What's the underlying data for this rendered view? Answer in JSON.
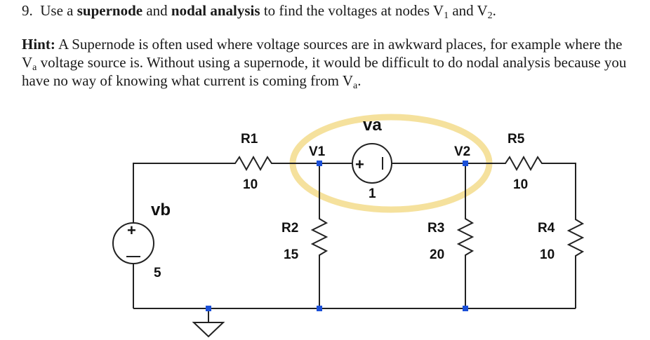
{
  "problem": {
    "number": "9.",
    "text_1": "Use a",
    "bold_1": "supernode",
    "text_2": "and",
    "bold_2": "nodal analysis",
    "text_3": "to find the voltages at nodes V",
    "sub_v1": "1",
    "text_4": "and V",
    "sub_v2": "2",
    "text_5": "."
  },
  "hint": {
    "label": "Hint:",
    "text_1": "A Supernode is often used where voltage sources are in awkward places, for example where the V",
    "sub_a1": "a",
    "text_2": "voltage source is.  Without using a supernode, it would be difficult to do nodal analysis because you have no way of knowing what current is coming from V",
    "sub_a2": "a",
    "text_3": "."
  },
  "circuit": {
    "colors": {
      "wire": "#222222",
      "node": "#1a4fd8",
      "highlight": "#f3dc8c"
    },
    "components": {
      "R1": {
        "name": "R1",
        "value": "10"
      },
      "R2": {
        "name": "R2",
        "value": "15"
      },
      "R3": {
        "name": "R3",
        "value": "20"
      },
      "R4": {
        "name": "R4",
        "value": "10"
      },
      "R5": {
        "name": "R5",
        "value": "10"
      },
      "va": {
        "name": "va",
        "value": "1",
        "plus": "+"
      },
      "vb": {
        "name": "vb",
        "value": "5",
        "plus": "+"
      }
    },
    "nodes": {
      "v1": "V1",
      "v2": "V2"
    },
    "ground_icon": "ground-icon"
  }
}
